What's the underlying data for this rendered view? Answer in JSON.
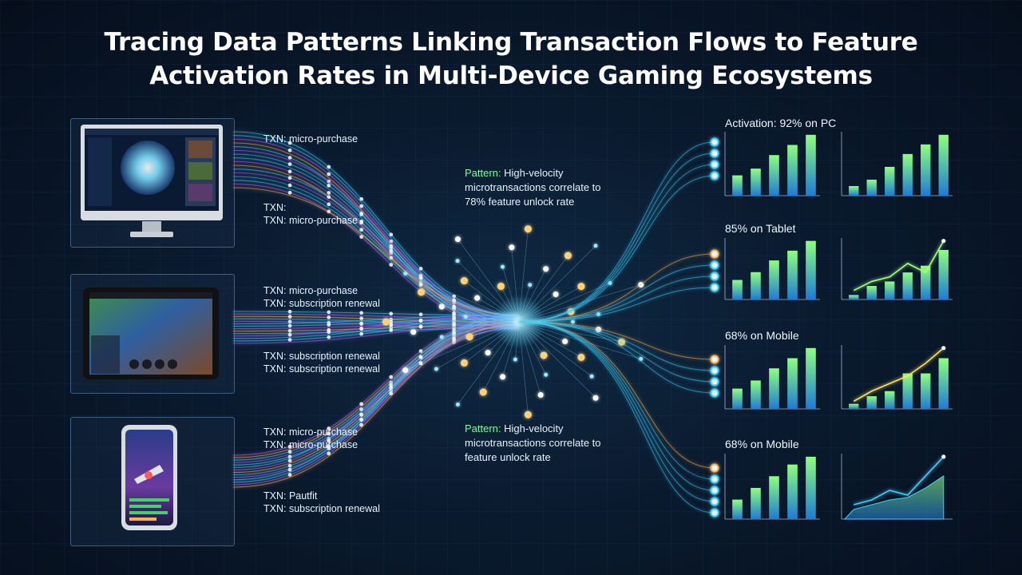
{
  "title": {
    "line1": "Tracing Data Patterns Linking Transaction Flows to Feature",
    "line2": "Activation Rates in Multi-Device Gaming Ecosystems"
  },
  "devices": {
    "pc": {
      "txn_labels": [
        "TXN: micro-purchase",
        "TXN:",
        "TXN: micro-purchase"
      ]
    },
    "tablet": {
      "txn_labels": [
        "TXN: micro-purchase",
        "TXN: subscription renewal",
        "TXN: subscription renewal",
        "TXN: subscription renewal"
      ]
    },
    "mobile": {
      "txn_labels": [
        "TXN: micro-purchase",
        "TXN: micro-purchase",
        "TXN: Pautfit",
        "TXN: subscription renewal"
      ]
    }
  },
  "patterns": {
    "top": {
      "prefix": "Pattern:",
      "text": " High-velocity microtransactions correlate to 78% feature unlock rate"
    },
    "bottom": {
      "prefix": "Pattern:",
      "text": " High-velocity microtransactions correlate to feature unlock rate"
    }
  },
  "activation_labels": [
    "Activation: 92% on PC",
    "85% on Tablet",
    "68% on Mobile",
    "68% on Mobile"
  ],
  "colors": {
    "cyan": "#3fd0ff",
    "purple": "#b05cff",
    "orange": "#ffb04a",
    "green": "#9dff7a",
    "bar_top": "#8dff7e",
    "bar_bottom": "#1e7bd6"
  },
  "chart_data": [
    {
      "type": "bar",
      "values": [
        3,
        4,
        6,
        7.5,
        9
      ]
    },
    {
      "type": "bar",
      "values": [
        1.5,
        2.5,
        4.5,
        6.5,
        8,
        9.5
      ]
    },
    {
      "type": "bar",
      "values": [
        3,
        4.2,
        6,
        7.5,
        9
      ]
    },
    {
      "type": "bar",
      "values": [
        1,
        3,
        4,
        6,
        7.5,
        11
      ],
      "line": [
        2,
        4,
        5,
        8,
        6,
        13
      ]
    },
    {
      "type": "bar",
      "values": [
        3,
        4.2,
        6,
        7.5,
        9
      ]
    },
    {
      "type": "bar",
      "values": [
        1,
        2.5,
        3.5,
        7,
        7,
        10
      ],
      "line": [
        1.5,
        3.5,
        5,
        6.5,
        9,
        12
      ]
    },
    {
      "type": "bar",
      "values": [
        2.5,
        4,
        5.5,
        7,
        8
      ]
    },
    {
      "type": "area",
      "values": [
        2,
        3,
        4,
        4.5,
        6.5,
        9
      ],
      "line": [
        3,
        4,
        6,
        5,
        9,
        13
      ]
    }
  ]
}
